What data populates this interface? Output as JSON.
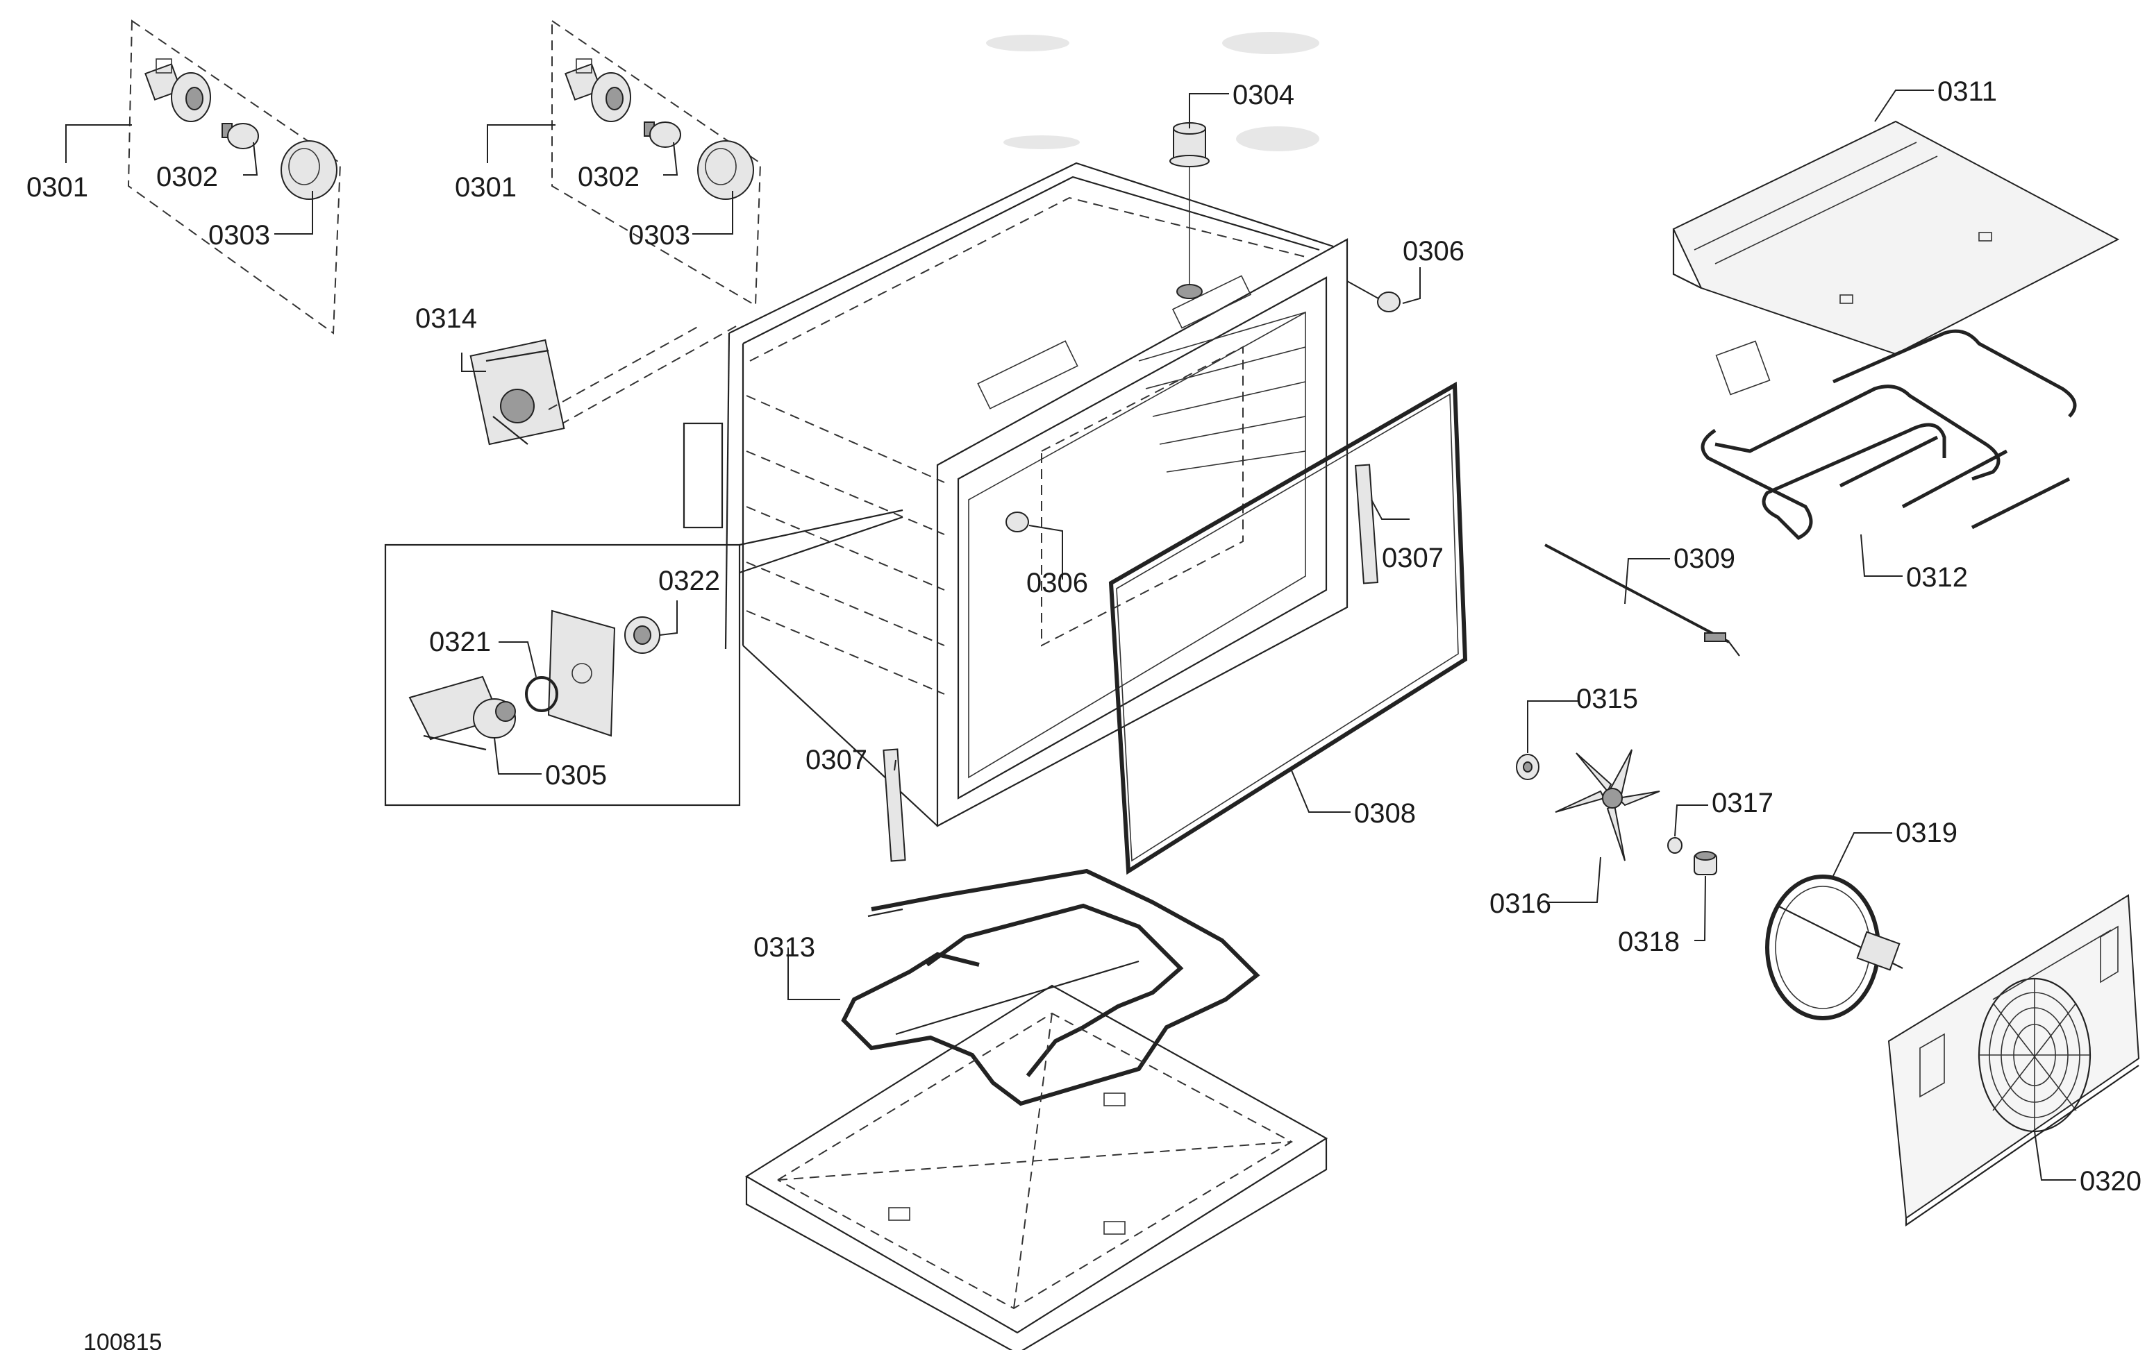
{
  "diagram": {
    "footer_id": "100815",
    "labels": [
      {
        "id": "l-0301a",
        "text": "0301"
      },
      {
        "id": "l-0302a",
        "text": "0302"
      },
      {
        "id": "l-0303a",
        "text": "0303"
      },
      {
        "id": "l-0301b",
        "text": "0301"
      },
      {
        "id": "l-0302b",
        "text": "0302"
      },
      {
        "id": "l-0303b",
        "text": "0303"
      },
      {
        "id": "l-0304",
        "text": "0304"
      },
      {
        "id": "l-0305",
        "text": "0305"
      },
      {
        "id": "l-0306a",
        "text": "0306"
      },
      {
        "id": "l-0306b",
        "text": "0306"
      },
      {
        "id": "l-0307a",
        "text": "0307"
      },
      {
        "id": "l-0307b",
        "text": "0307"
      },
      {
        "id": "l-0308",
        "text": "0308"
      },
      {
        "id": "l-0309",
        "text": "0309"
      },
      {
        "id": "l-0311",
        "text": "0311"
      },
      {
        "id": "l-0312",
        "text": "0312"
      },
      {
        "id": "l-0313",
        "text": "0313"
      },
      {
        "id": "l-0314",
        "text": "0314"
      },
      {
        "id": "l-0315",
        "text": "0315"
      },
      {
        "id": "l-0316",
        "text": "0316"
      },
      {
        "id": "l-0317",
        "text": "0317"
      },
      {
        "id": "l-0318",
        "text": "0318"
      },
      {
        "id": "l-0319",
        "text": "0319"
      },
      {
        "id": "l-0320",
        "text": "0320"
      },
      {
        "id": "l-0321",
        "text": "0321"
      },
      {
        "id": "l-0322",
        "text": "0322"
      }
    ]
  }
}
